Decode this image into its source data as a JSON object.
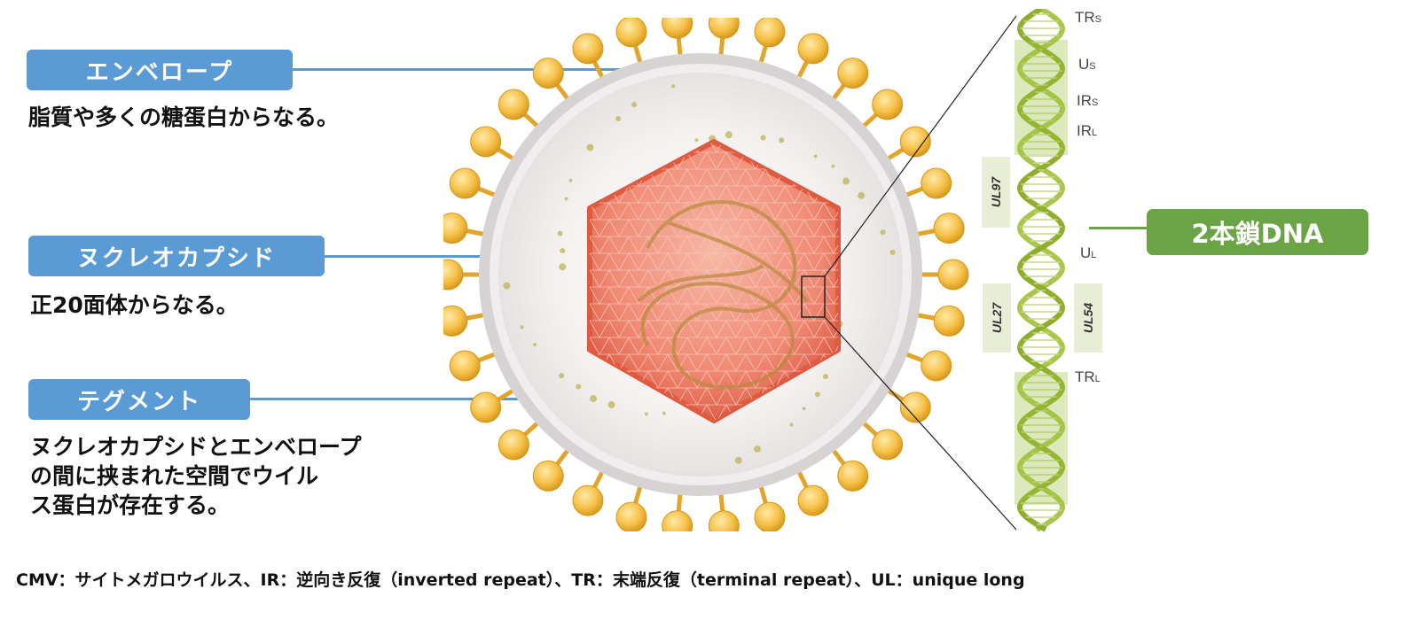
{
  "callouts": {
    "envelope": {
      "title": "エンベロープ",
      "desc": "脂質や多くの糖蛋白からなる。"
    },
    "nucleocapsid": {
      "title": "ヌクレオカプシド",
      "desc": "正20面体からなる。"
    },
    "tegument": {
      "title": "テグメント",
      "desc_lines": [
        "ヌクレオカプシドとエンベロープ",
        "の間に挟まれた空間でウイル",
        "ス蛋白が存在する。"
      ]
    }
  },
  "dna": {
    "badge": "2本鎖DNA",
    "regions": {
      "trs": {
        "main": "TR",
        "sub": "S"
      },
      "us": {
        "main": "U",
        "sub": "S"
      },
      "irs": {
        "main": "IR",
        "sub": "S"
      },
      "irl": {
        "main": "IR",
        "sub": "L"
      },
      "ul": {
        "main": "U",
        "sub": "L"
      },
      "trl": {
        "main": "TR",
        "sub": "L"
      }
    },
    "genes": {
      "ul97": "UL97",
      "ul27": "UL27",
      "ul54": "UL54"
    }
  },
  "footnote": "CMV：サイトメガロウイルス、IR：逆向き反復（inverted repeat）、TR：末端反復（terminal repeat）、UL：unique long",
  "colors": {
    "label_blue": "#5b9bd5",
    "dna_green": "#6aa444",
    "capsid_red": "#e8604c",
    "glycoprotein_yellow": "#f2b632"
  }
}
